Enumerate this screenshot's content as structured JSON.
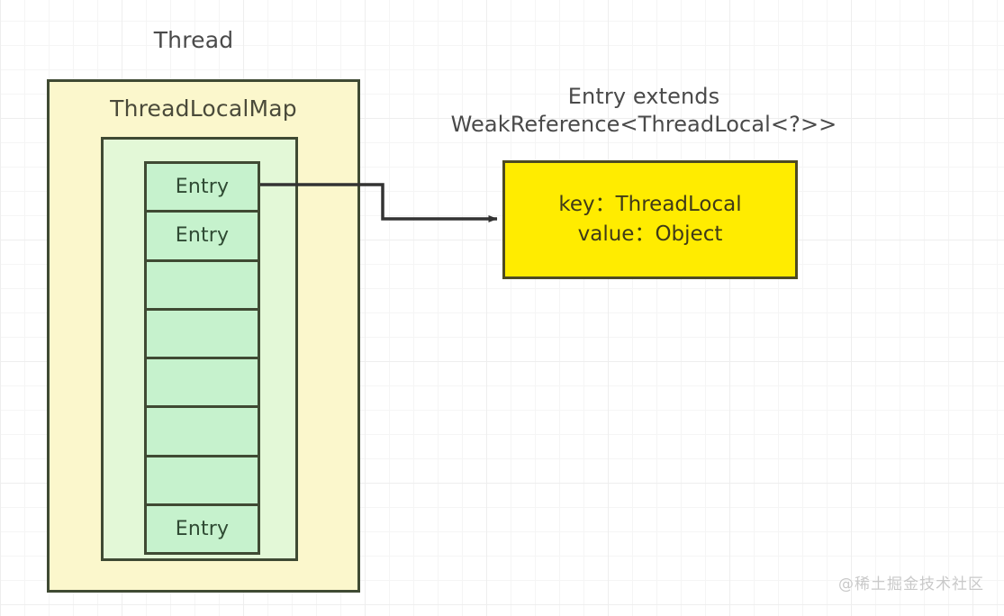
{
  "diagram": {
    "thread": {
      "label": "Thread",
      "box_fill": "#fbf7cc",
      "box_stroke": "#3f4a33"
    },
    "thread_local_map": {
      "label": "ThreadLocalMap",
      "inner_fill": "#e3f8d7",
      "inner_stroke": "#3f4a33"
    },
    "entry_table": {
      "cell_fill": "#c6f2cd",
      "cell_stroke": "#3f4a33",
      "cells": [
        {
          "label": "Entry"
        },
        {
          "label": "Entry"
        },
        {
          "label": ""
        },
        {
          "label": ""
        },
        {
          "label": ""
        },
        {
          "label": ""
        },
        {
          "label": ""
        },
        {
          "label": "Entry"
        }
      ]
    },
    "connector": {
      "name": "entry-to-detail-arrow",
      "stroke": "#333333",
      "from": "entry-cell-0",
      "to": "entry-detail-box"
    },
    "entry_detail": {
      "caption_line1": "Entry extends",
      "caption_line2": "WeakReference<ThreadLocal<?>>",
      "box_fill": "#ffec00",
      "box_stroke": "#4d4a22",
      "key_line": "key：ThreadLocal",
      "value_line": "value：Object"
    },
    "watermark": "@稀土掘金技术社区"
  }
}
